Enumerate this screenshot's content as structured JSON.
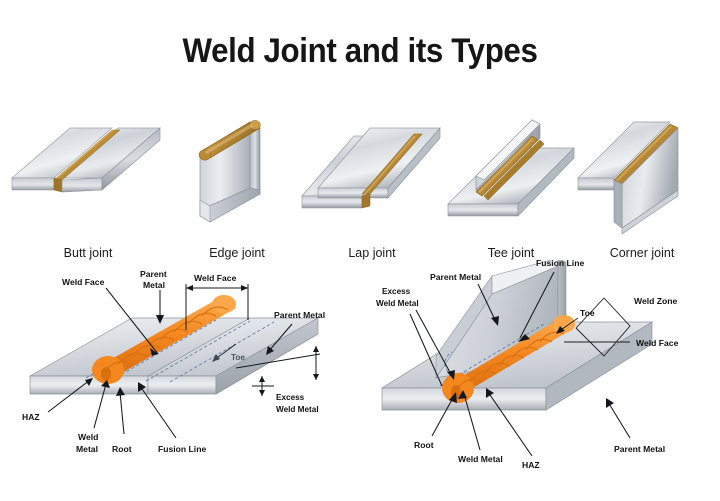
{
  "page": {
    "title": "Weld Joint and its Types",
    "background_color": "#ffffff"
  },
  "colors": {
    "steel_light": "#f2f3f5",
    "steel_mid": "#c8ccd2",
    "steel_dark": "#9aa0a8",
    "steel_edge": "#7d838b",
    "weld_gold": "#b98b36",
    "weld_gold_light": "#d8ab5c",
    "weld_orange": "#f5871f",
    "weld_orange_light": "#fca84a",
    "weld_orange_dark": "#d9700f",
    "haz_dash": "#5f77a8",
    "label_text": "#121212",
    "title_text": "#161616"
  },
  "gallery": {
    "items": [
      {
        "id": "butt-joint",
        "label": "Butt joint",
        "description": "Two flat plates edge to edge with a weld bead along the seam"
      },
      {
        "id": "edge-joint",
        "label": "Edge joint",
        "description": "Two plates face to face welded along the common top edge"
      },
      {
        "id": "lap-joint",
        "label": "Lap joint",
        "description": "One plate overlapping another, welded along the overlap edge"
      },
      {
        "id": "tee-joint",
        "label": "Tee joint",
        "description": "Vertical plate on a horizontal plate forming a T with fillet welds"
      },
      {
        "id": "corner-joint",
        "label": "Corner joint",
        "description": "Two plates meeting at a right angle welded on the outer corner"
      }
    ]
  },
  "detail_butt": {
    "id": "butt-weld-detail",
    "labels": {
      "weld_face_left": "Weld Face",
      "parent_metal_top": "Parent\nMetal",
      "parent_metal_top_line1": "Parent",
      "parent_metal_top_line2": "Metal",
      "weld_face_dim": "Weld Face",
      "parent_metal_right": "Parent Metal",
      "toe": "Toe",
      "haz": "HAZ",
      "weld_metal_line1": "Weld",
      "weld_metal_line2": "Metal",
      "root": "Root",
      "fusion_line": "Fusion Line",
      "excess_line1": "Excess",
      "excess_line2": "Weld Metal"
    }
  },
  "detail_tee": {
    "id": "tee-weld-detail",
    "labels": {
      "fusion_line": "Fusion Line",
      "parent_metal_top": "Parent Metal",
      "excess_line1": "Excess",
      "excess_line2": "Weld Metal",
      "weld_zone": "Weld Zone",
      "toe": "Toe",
      "weld_face": "Weld Face",
      "root": "Root",
      "weld_metal": "Weld Metal",
      "haz": "HAZ",
      "parent_metal_bottom": "Parent Metal"
    }
  }
}
